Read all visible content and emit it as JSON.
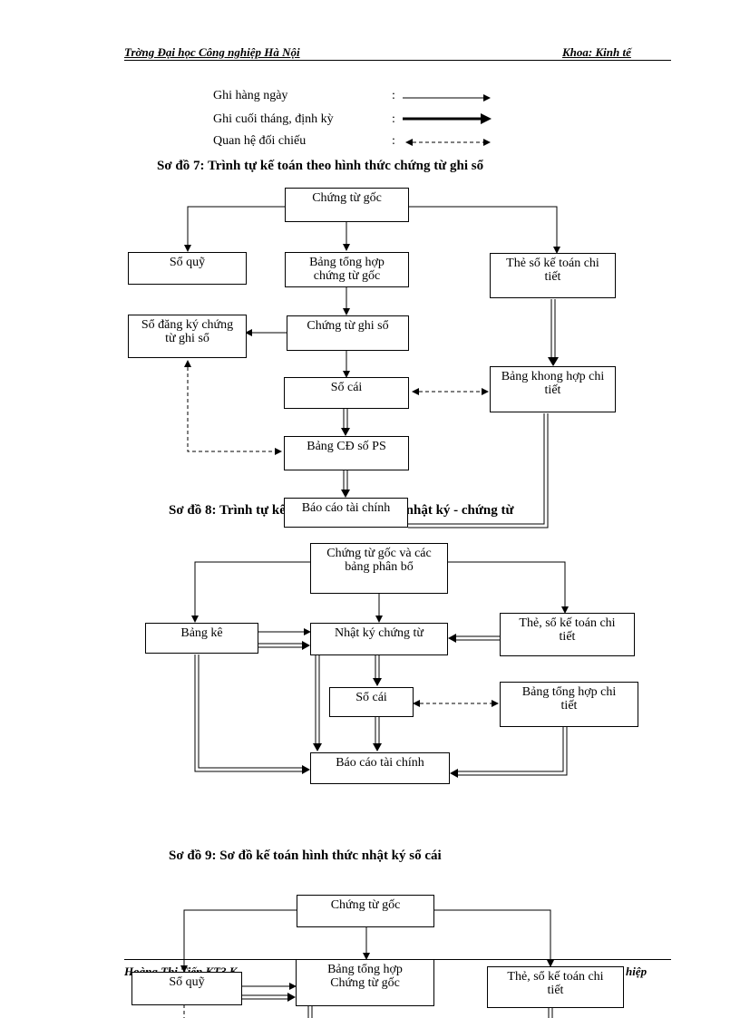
{
  "header": {
    "left": "Trờng Đại học Công nghiệp Hà Nội",
    "right": "Khoa: Kinh tế"
  },
  "legend": {
    "daily": "Ghi hàng ngày",
    "periodic": "Ghi cuối tháng, định kỳ",
    "crosscheck": "Quan hệ đối chiếu",
    "colon": ":"
  },
  "diagram7": {
    "title": "Sơ đồ 7: Trình tự kế toán theo hình thức chứng từ ghi sổ",
    "chung_tu_goc": "Chứng từ gốc",
    "so_quy": "Sổ quỹ",
    "bang_tong_hop": "Bảng tổng hợp chứng từ gốc",
    "the_so_chi_tiet": "Thẻ sổ kế toán chi tiết",
    "so_dang_ky": "Sổ đăng ký chứng từ ghi sổ",
    "chung_tu_ghi_so": "Chứng từ ghi sổ",
    "so_cai": "Sổ cái",
    "bang_chi_tiet": "Bảng khong hợp chi tiết",
    "bang_cd": "Bảng CĐ số PS",
    "bao_cao": "Báo cáo tài chính"
  },
  "diagram8": {
    "title": "Sơ đồ 8: Trình tự kế toán theo hình thức nhật ký - chứng từ",
    "chung_tu_goc": "Chứng từ gốc và các bảng phân bổ",
    "bang_ke": "Bảng kê",
    "nhat_ky": "Nhật ký chứng từ",
    "the_so": "Thẻ, sổ kế toán chi tiết",
    "so_cai": "Sổ cái",
    "bang_tong_hop": "Bảng tổng hợp chi tiết",
    "bao_cao": "Báo cáo tài chính"
  },
  "diagram9": {
    "title": "Sơ đồ 9: Sơ đồ kế toán hình thức nhật ký sổ cái",
    "chung_tu_goc": "Chứng từ gốc",
    "so_quy": "Sổ quỹ",
    "bang_tong_hop": "Bảng tổng hợp Chứng từ gốc",
    "the_so": "Thẻ, sổ kế toán chi tiết"
  },
  "footer": {
    "left": "Hoàng Thị Tiến KT3 K",
    "right": "hiệp"
  }
}
